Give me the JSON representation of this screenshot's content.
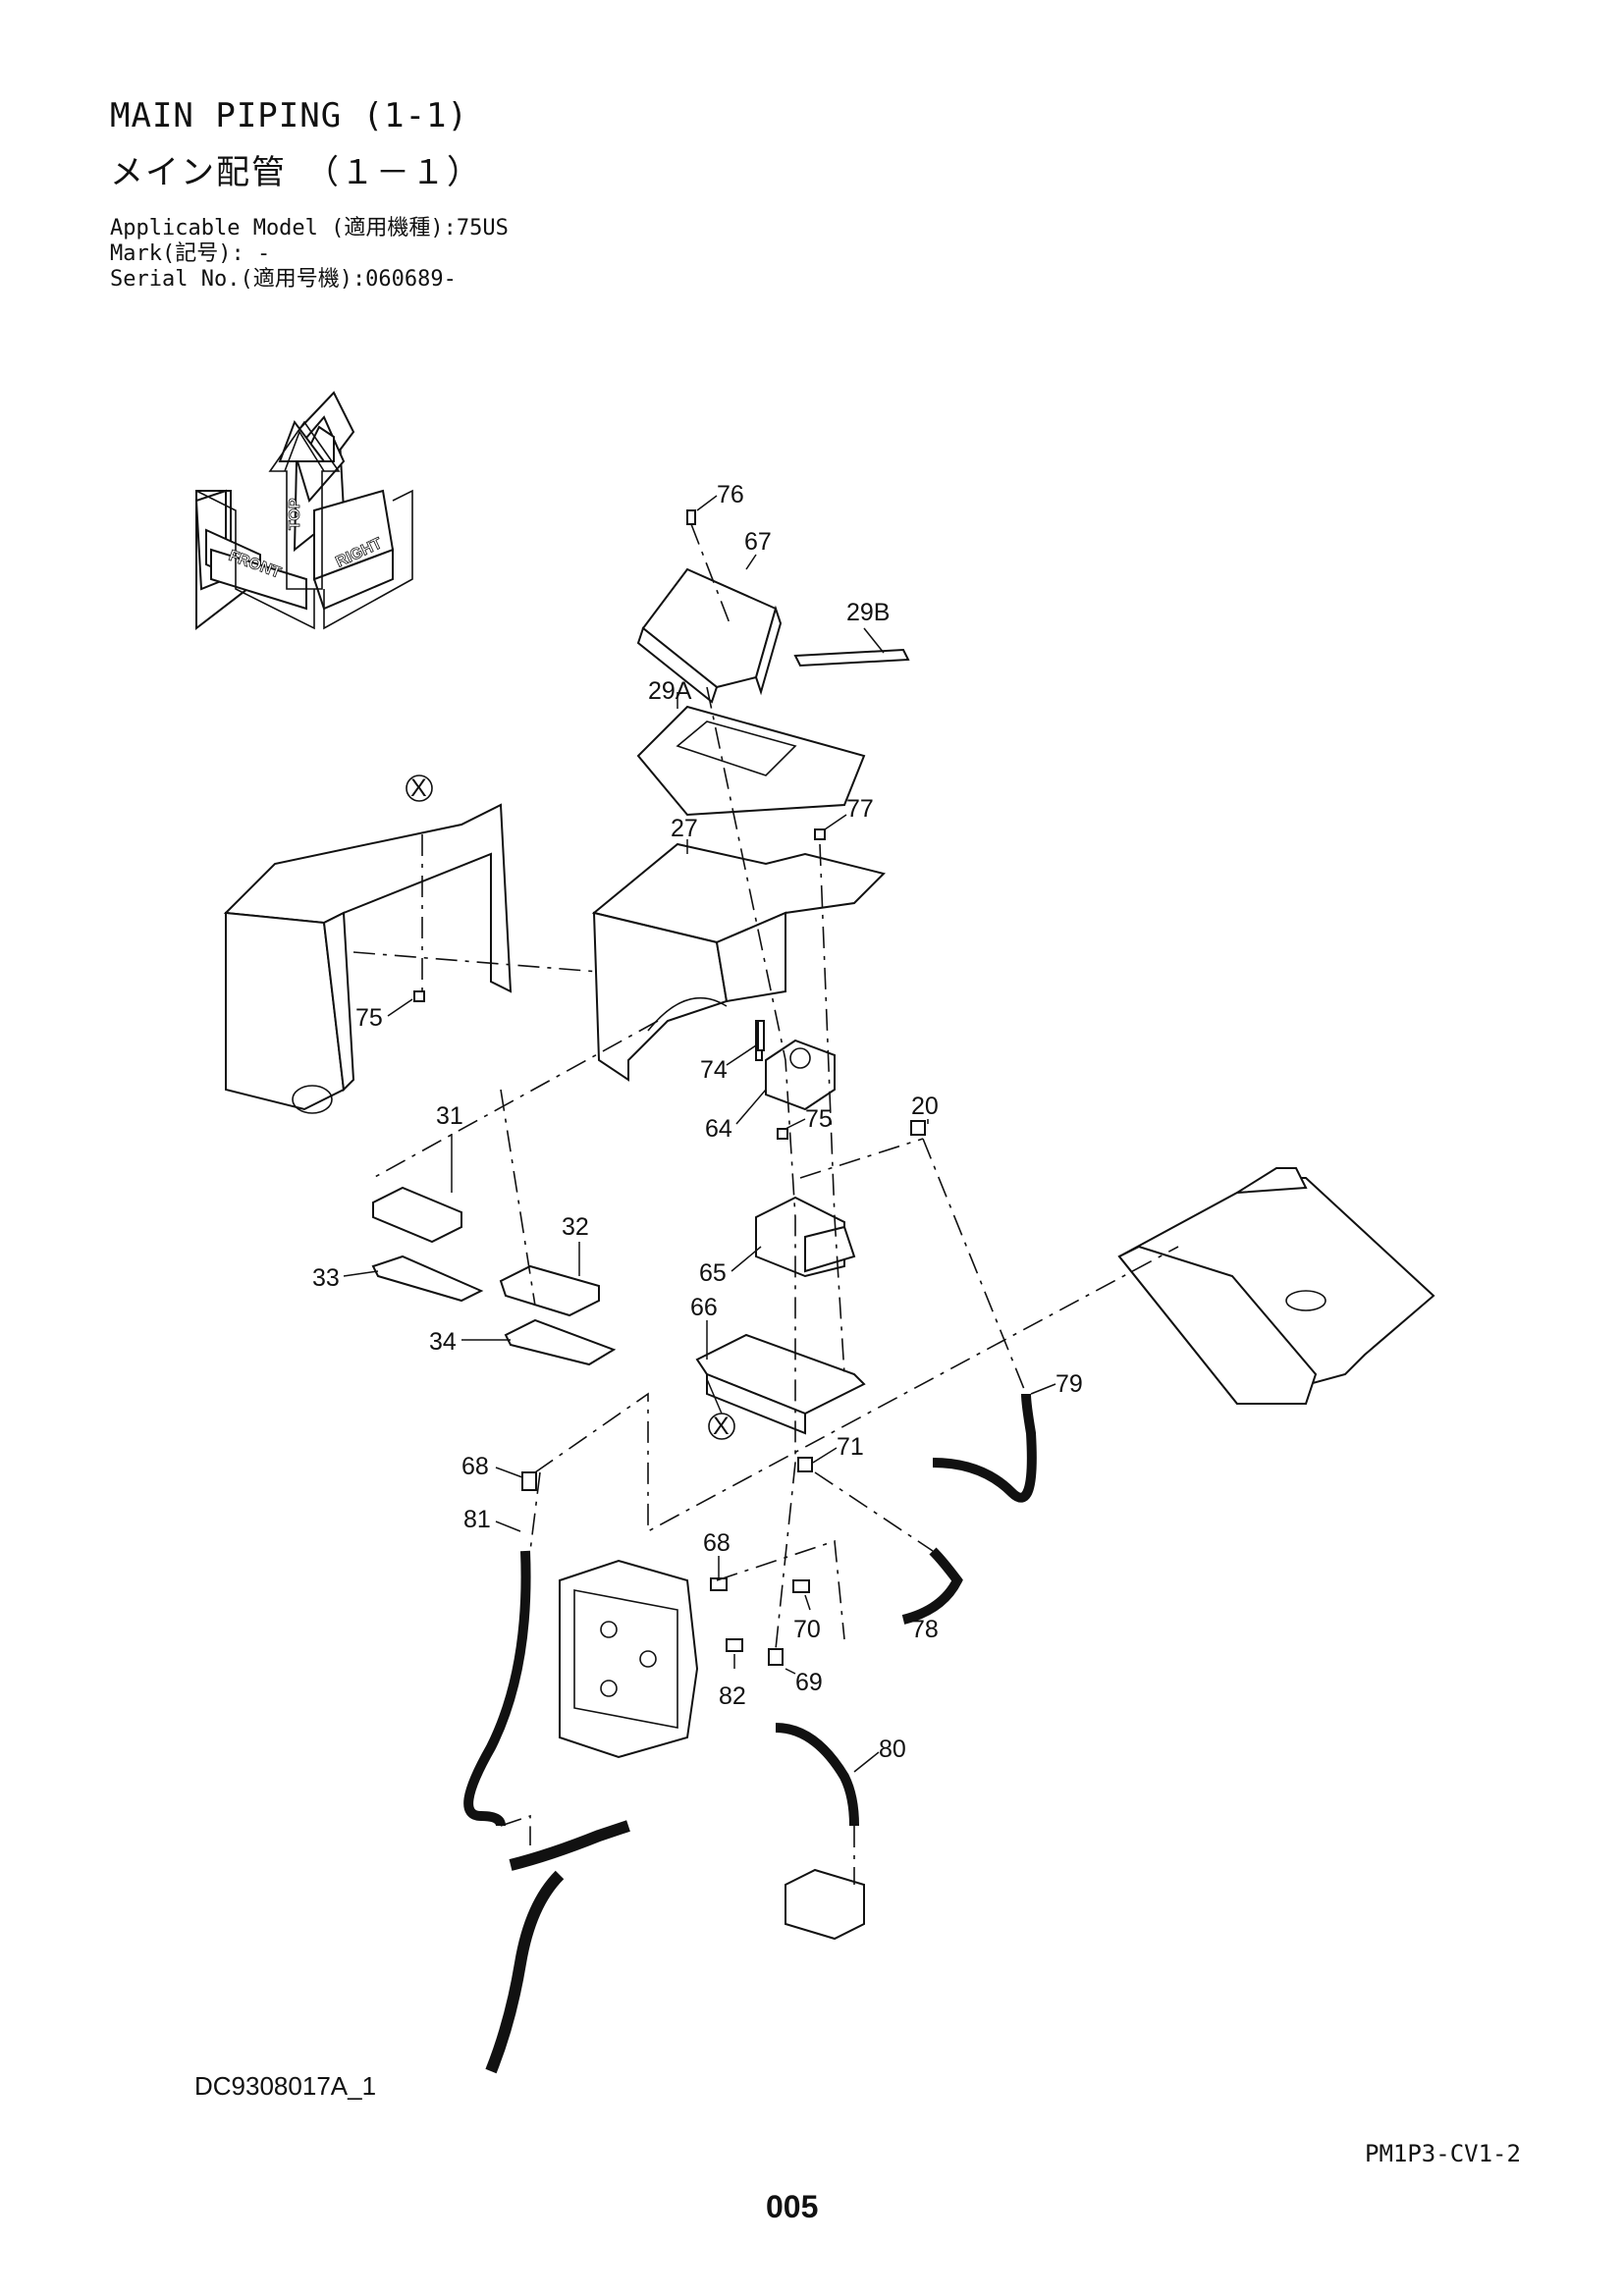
{
  "header": {
    "title_en": "MAIN PIPING (1-1)",
    "title_jp": "メイン配管　（１－１）",
    "applicable_model": "Applicable Model (適用機種):75US",
    "mark": "Mark(記号): -",
    "serial_no": "Serial No.(適用号機):060689-"
  },
  "orientation": {
    "top": "TOP",
    "front": "FRONT",
    "right": "RIGHT"
  },
  "view_marker": "X",
  "callouts": {
    "c76": "76",
    "c67": "67",
    "c29b": "29B",
    "c29a": "29A",
    "c77": "77",
    "c27": "27",
    "c75a": "75",
    "c74": "74",
    "c64": "64",
    "c20": "20",
    "c75b": "75",
    "c31": "31",
    "c32": "32",
    "c33": "33",
    "c65": "65",
    "c66": "66",
    "c34": "34",
    "c79": "79",
    "c68a": "68",
    "c71": "71",
    "c81": "81",
    "c68b": "68",
    "c70": "70",
    "c78": "78",
    "c82": "82",
    "c69": "69",
    "c80": "80"
  },
  "footer": {
    "drawing_id": "DC9308017A_1",
    "doc_code": "PM1P3-CV1-2",
    "page_no": "005"
  }
}
